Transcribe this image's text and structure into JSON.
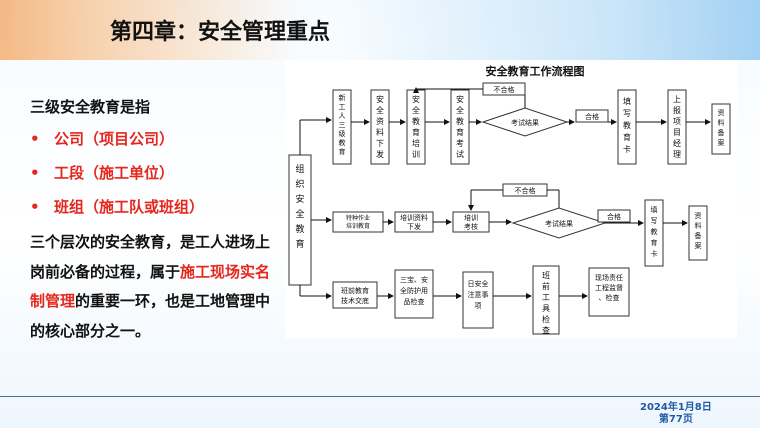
{
  "slide": {
    "title": "第四章：安全管理重点",
    "intro": "三级安全教育是指",
    "bullet_symbol": "•",
    "bullets": [
      "公司（项目公司）",
      "工段（施工单位）",
      "班组（施工队或班组）"
    ],
    "para_part1": "三个层次的安全教育，是工人进场上岗前必备的过程，属于",
    "para_highlight": "施工现场实名制管理",
    "para_part2": "的重要一环，也是工地管理中的核心部分之一。",
    "date": "2024年1月8日",
    "page": "第77页"
  },
  "flowchart": {
    "title": "安全教育工作流程图",
    "start": "组织安全教育",
    "row1": {
      "new_worker": "新工人三级教育",
      "materials": "安全资料下发",
      "training": "安全教育培训",
      "exam": "安全教育考试",
      "result": "考试结果",
      "fail": "不合格",
      "pass": "合格",
      "card": "填写教育卡",
      "report": "上报项目经理",
      "archive": "资料备案"
    },
    "row2": {
      "special": "特种作业培训教育",
      "materials": "培训资料下发",
      "check": "培训考核",
      "result": "考试结果",
      "fail": "不合格",
      "pass": "合格",
      "card": "填写教育卡",
      "archive": "资料备案"
    },
    "row3": {
      "briefing": "班前教育技术交底",
      "ppe": "三宝、安全防护用品检查",
      "daily": "日安全注意事项",
      "tools": "班前工具检查",
      "supervise": "现场责任工程监督、检查"
    }
  }
}
